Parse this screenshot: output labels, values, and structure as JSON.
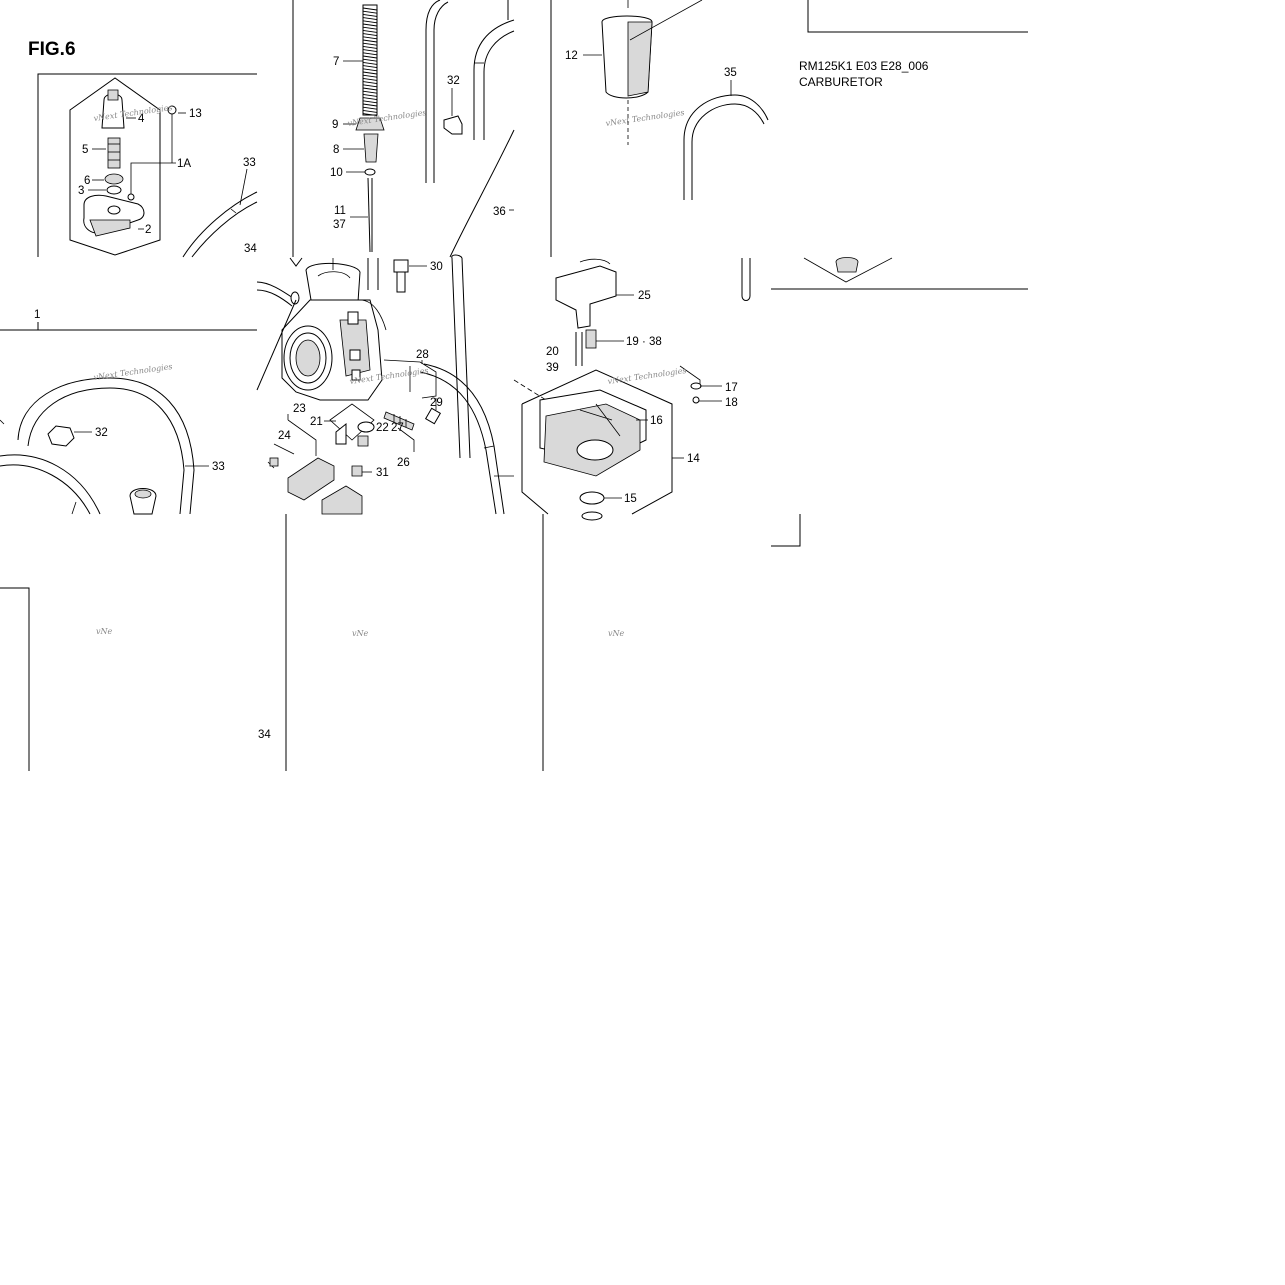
{
  "figure": {
    "label": "FIG.6"
  },
  "header": {
    "code": "RM125K1 E03 E28_006",
    "title": "CARBURETOR"
  },
  "watermark": {
    "text": "vNext Technologies",
    "short": "vNe"
  },
  "callouts": {
    "c1": "1",
    "c1A": "1A",
    "c2": "2",
    "c3": "3",
    "c4": "4",
    "c5": "5",
    "c6": "6",
    "c7": "7",
    "c8": "8",
    "c9": "9",
    "c10": "10",
    "c11": "11",
    "c37": "37",
    "c12": "12",
    "c13": "13",
    "c14": "14",
    "c15": "15",
    "c16": "16",
    "c17": "17",
    "c18": "18",
    "c1938": "19 · 38",
    "c20": "20",
    "c39": "39",
    "c21": "21",
    "c22": "22",
    "c23": "23",
    "c24": "24",
    "c25": "25",
    "c26": "26",
    "c27": "27",
    "c28": "28",
    "c29": "29",
    "c30": "30",
    "c31": "31",
    "c32a": "32",
    "c32b": "32",
    "c33a": "33",
    "c33b": "33",
    "c34a": "34",
    "c34b": "34",
    "c35": "35",
    "c36": "36"
  }
}
